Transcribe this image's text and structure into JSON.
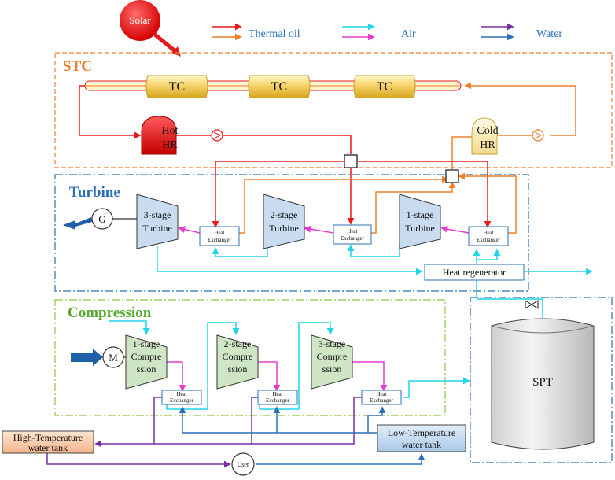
{
  "legend": {
    "thermal_oil": "Thermal oil",
    "air": "Air",
    "water": "Water"
  },
  "solar": "Solar",
  "sections": {
    "stc": "STC",
    "turbine": "Turbine",
    "compression": "Compression"
  },
  "collectors": [
    "TC",
    "TC",
    "TC"
  ],
  "hot_hr": [
    "Hot",
    "HR"
  ],
  "cold_hr": [
    "Cold",
    "HR"
  ],
  "generator": "G",
  "motor": "M",
  "turbines": [
    [
      "3-stage",
      "Turbine"
    ],
    [
      "2-stage",
      "Turbine"
    ],
    [
      "1-stage",
      "Turbine"
    ]
  ],
  "compressors": [
    [
      "1-stage",
      "Compre",
      "ssion"
    ],
    [
      "2-stage",
      "Compre",
      "ssion"
    ],
    [
      "3-stage",
      "Compre",
      "ssion"
    ]
  ],
  "heat_exchanger": [
    "Heat",
    "Exchanger"
  ],
  "heat_regenerator": "Heat regenerator",
  "spt": "SPT",
  "high_temp_tank": [
    "High-Temperature",
    "water tank"
  ],
  "low_temp_tank": [
    "Low-Temperature",
    "water tank"
  ],
  "user": "User",
  "colors": {
    "thermal_oil_hot": "#e8191c",
    "thermal_oil_cold": "#f07f2a",
    "air_cold": "#1fd6e8",
    "air_hot": "#e83ad0",
    "water_hot": "#7a2ea6",
    "water_cold": "#2a6fb8",
    "stc_border": "#f07f2a",
    "turbine_border": "#2a6fb8",
    "compression_border": "#8dc63f",
    "turbine_fill": "#c9dcef",
    "compressor_fill": "#cfe6c4"
  }
}
